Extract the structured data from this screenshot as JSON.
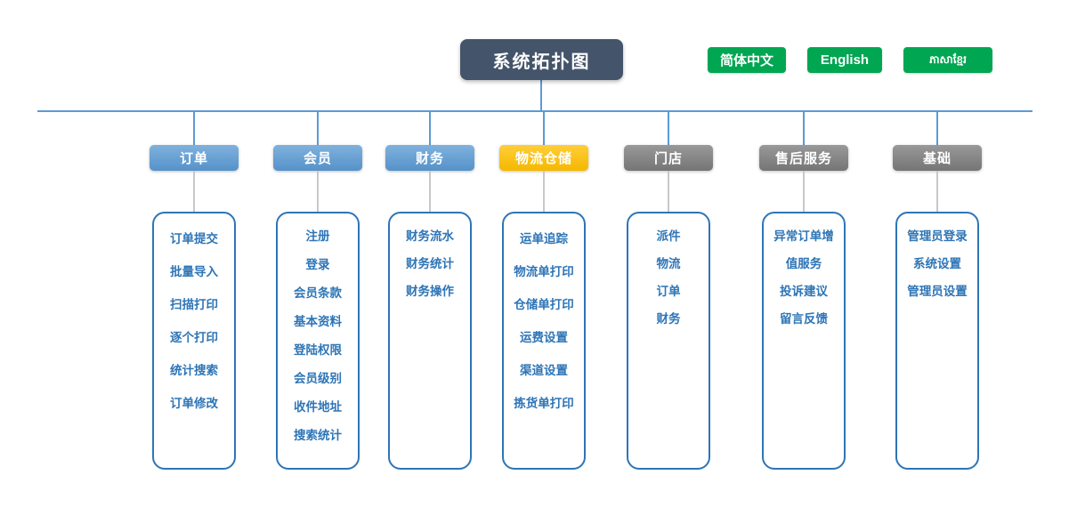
{
  "title": "系统拓扑图",
  "lang_buttons": [
    {
      "id": "zh",
      "label": "简体中文"
    },
    {
      "id": "en",
      "label": "English"
    },
    {
      "id": "km",
      "label": "ភាសាខ្មែរ"
    }
  ],
  "branches": [
    {
      "name": "订单",
      "color": "blue",
      "items": [
        "订单提交",
        "批量导入",
        "扫描打印",
        "逐个打印",
        "统计搜索",
        "订单修改"
      ]
    },
    {
      "name": "会员",
      "color": "blue",
      "items": [
        "注册",
        "登录",
        "会员条款",
        "基本资料",
        "登陆权限",
        "会员级别",
        "收件地址",
        "搜索统计"
      ]
    },
    {
      "name": "财务",
      "color": "blue",
      "items": [
        "财务流水",
        "财务统计",
        "财务操作"
      ]
    },
    {
      "name": "物流仓储",
      "color": "yellow",
      "items": [
        "运单追踪",
        "物流单打印",
        "仓储单打印",
        "运费设置",
        "渠道设置",
        "拣货单打印"
      ]
    },
    {
      "name": "门店",
      "color": "gray",
      "items": [
        "派件",
        "物流",
        "订单",
        "财务"
      ]
    },
    {
      "name": "售后服务",
      "color": "gray",
      "items": [
        "异常订单增",
        "值服务",
        "投诉建议",
        "留言反馈"
      ]
    },
    {
      "name": "基础",
      "color": "gray",
      "items": [
        "管理员登录",
        "系统设置",
        "管理员设置"
      ]
    }
  ],
  "colors": {
    "title_bg": "#44546a",
    "button_green": "#00a651",
    "header_blue": "#5b9bd5",
    "header_yellow": "#ffc000",
    "header_gray": "#7f7f7f",
    "line_blue": "#5b9bd5",
    "stem_gray": "#c8c8c8",
    "panel_border": "#2e75b6",
    "item_text": "#2e75b6"
  }
}
